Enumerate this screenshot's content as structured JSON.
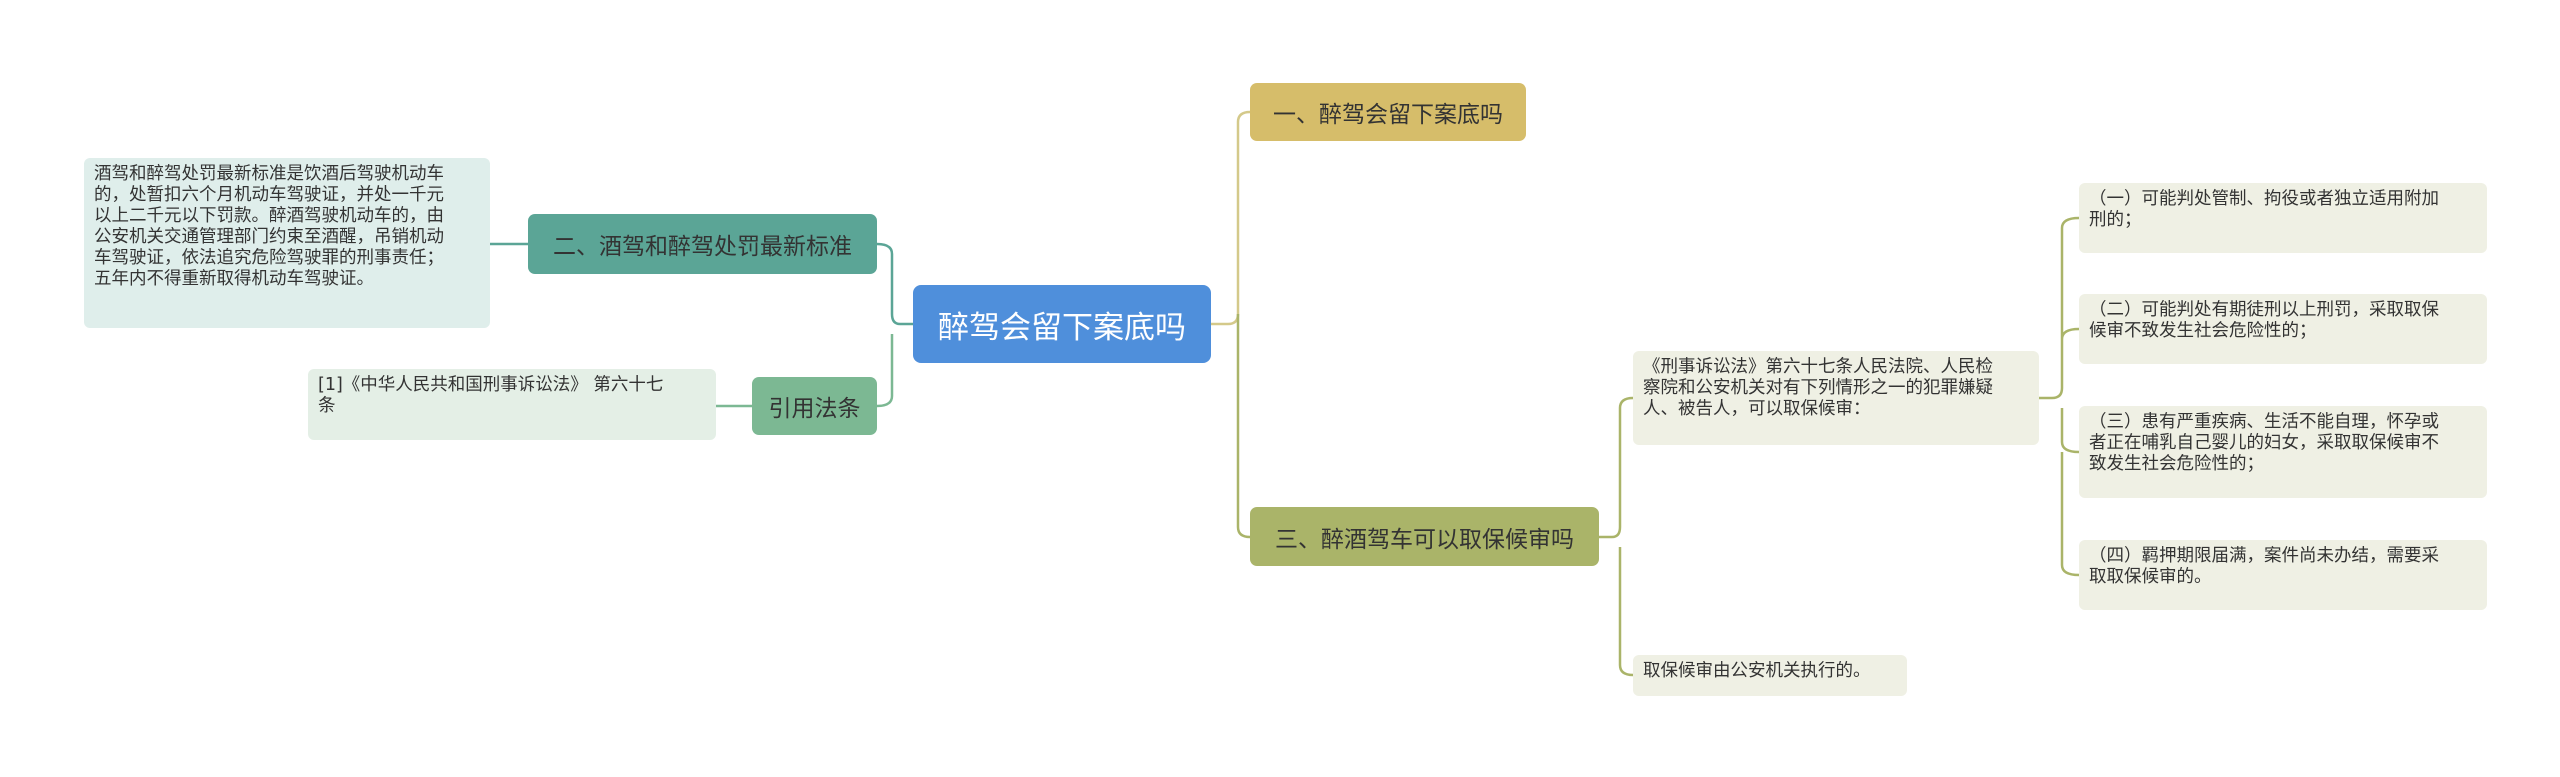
{
  "root": "醉驾会留下案底吗",
  "branches": {
    "b1": {
      "label": "一、醉驾会留下案底吗"
    },
    "b2": {
      "label": "二、酒驾和醉驾处罚最新标准",
      "text": "酒驾和醉驾处罚最新标准是饮酒后驾驶机动车\n的，处暂扣六个月机动车驾驶证，并处一千元\n以上二千元以下罚款。醉酒驾驶机动车的，由\n公安机关交通管理部门约束至酒醒，吊销机动\n车驾驶证，依法追究危险驾驶罪的刑事责任；\n五年内不得重新取得机动车驾驶证。"
    },
    "b3": {
      "label": "三、醉酒驾车可以取保候审吗",
      "leaf1": "《刑事诉讼法》第六十七条人民法院、人民检\n察院和公安机关对有下列情形之一的犯罪嫌疑\n人、被告人，可以取保候审：",
      "leaf2": "取保候审由公安机关执行的。",
      "items": [
        "（一）可能判处管制、拘役或者独立适用附加\n刑的；",
        "（二）可能判处有期徒刑以上刑罚，采取取保\n候审不致发生社会危险性的；",
        "（三）患有严重疾病、生活不能自理，怀孕或\n者正在哺乳自己婴儿的妇女，采取取保候审不\n致发生社会危险性的；",
        "（四）羁押期限届满，案件尚未办结，需要采\n取取保候审的。"
      ]
    },
    "cite": {
      "label": "引用法条",
      "text": "[1]《中华人民共和国刑事诉讼法》 第六十七\n条"
    }
  },
  "colors": {
    "root": "#4f8fdb",
    "b1": "#d6bd6a",
    "b2": "#5ba596",
    "b3": "#aab469",
    "cite": "#7cb893",
    "line_right": "#d4c98a",
    "line_b3": "#aab469",
    "line_b2": "#5ba596",
    "line_cite": "#7cb893"
  }
}
